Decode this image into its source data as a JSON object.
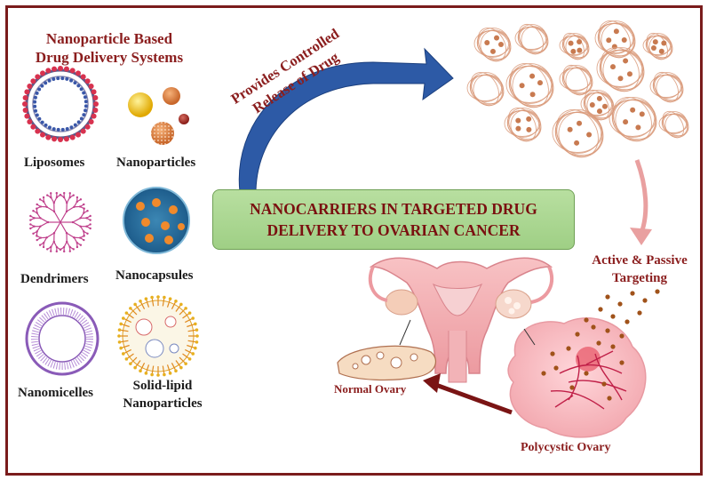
{
  "left_panel": {
    "title_line1": "Nanoparticle Based",
    "title_line2": "Drug Delivery Systems",
    "items": [
      {
        "label": "Liposomes"
      },
      {
        "label": "Nanoparticles"
      },
      {
        "label": "Dendrimers"
      },
      {
        "label": "Nanocapsules"
      },
      {
        "label": "Nanomicelles"
      },
      {
        "label": "Solid-lipid",
        "label2": "Nanoparticles"
      }
    ]
  },
  "arrow_label": {
    "line1": "Provides Controlled",
    "line2": "Release of Drug"
  },
  "center": {
    "line1": "NANOCARRIERS IN TARGETED DRUG",
    "line2": "DELIVERY TO OVARIAN CANCER"
  },
  "targeting": {
    "line1": "Active & Passive",
    "line2": "Targeting"
  },
  "labels": {
    "normal_ovary": "Normal Ovary",
    "polycystic_ovary": "Polycystic Ovary"
  },
  "colors": {
    "frame": "#7a1c1c",
    "maroon": "#8b1e1e",
    "center_fill": "#a8d58e",
    "arrow_blue": "#2d5aa6"
  }
}
